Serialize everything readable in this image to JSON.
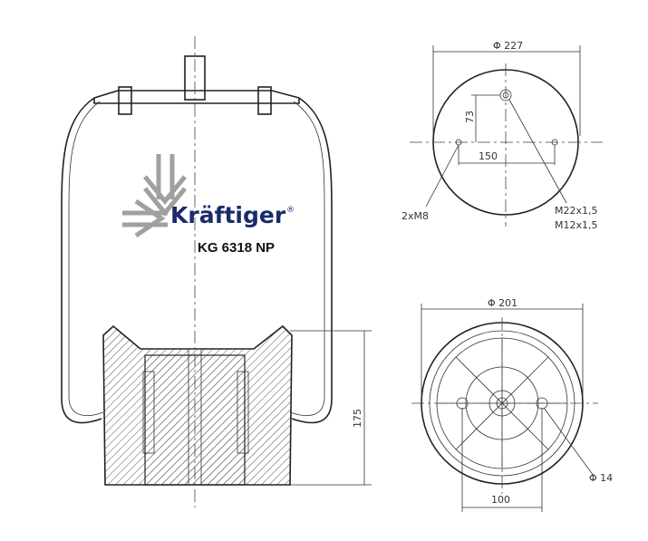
{
  "brand": {
    "name": "Kräftiger",
    "registered": "®",
    "model": "KG 6318 NP"
  },
  "top_view": {
    "diameter": "Φ 227",
    "height_offset": "73",
    "bolt_spacing": "150",
    "thread_left": "2xM8",
    "thread_right_1": "M22x1,5",
    "thread_right_2": "M12x1,5"
  },
  "bottom_view": {
    "diameter": "Φ 201",
    "spacing": "100",
    "hole": "Φ 14"
  },
  "side_view": {
    "piston_height": "175"
  },
  "colors": {
    "brand": "#1b2a6b",
    "logo_arrows": "#a0a0a0",
    "line": "#222222"
  }
}
